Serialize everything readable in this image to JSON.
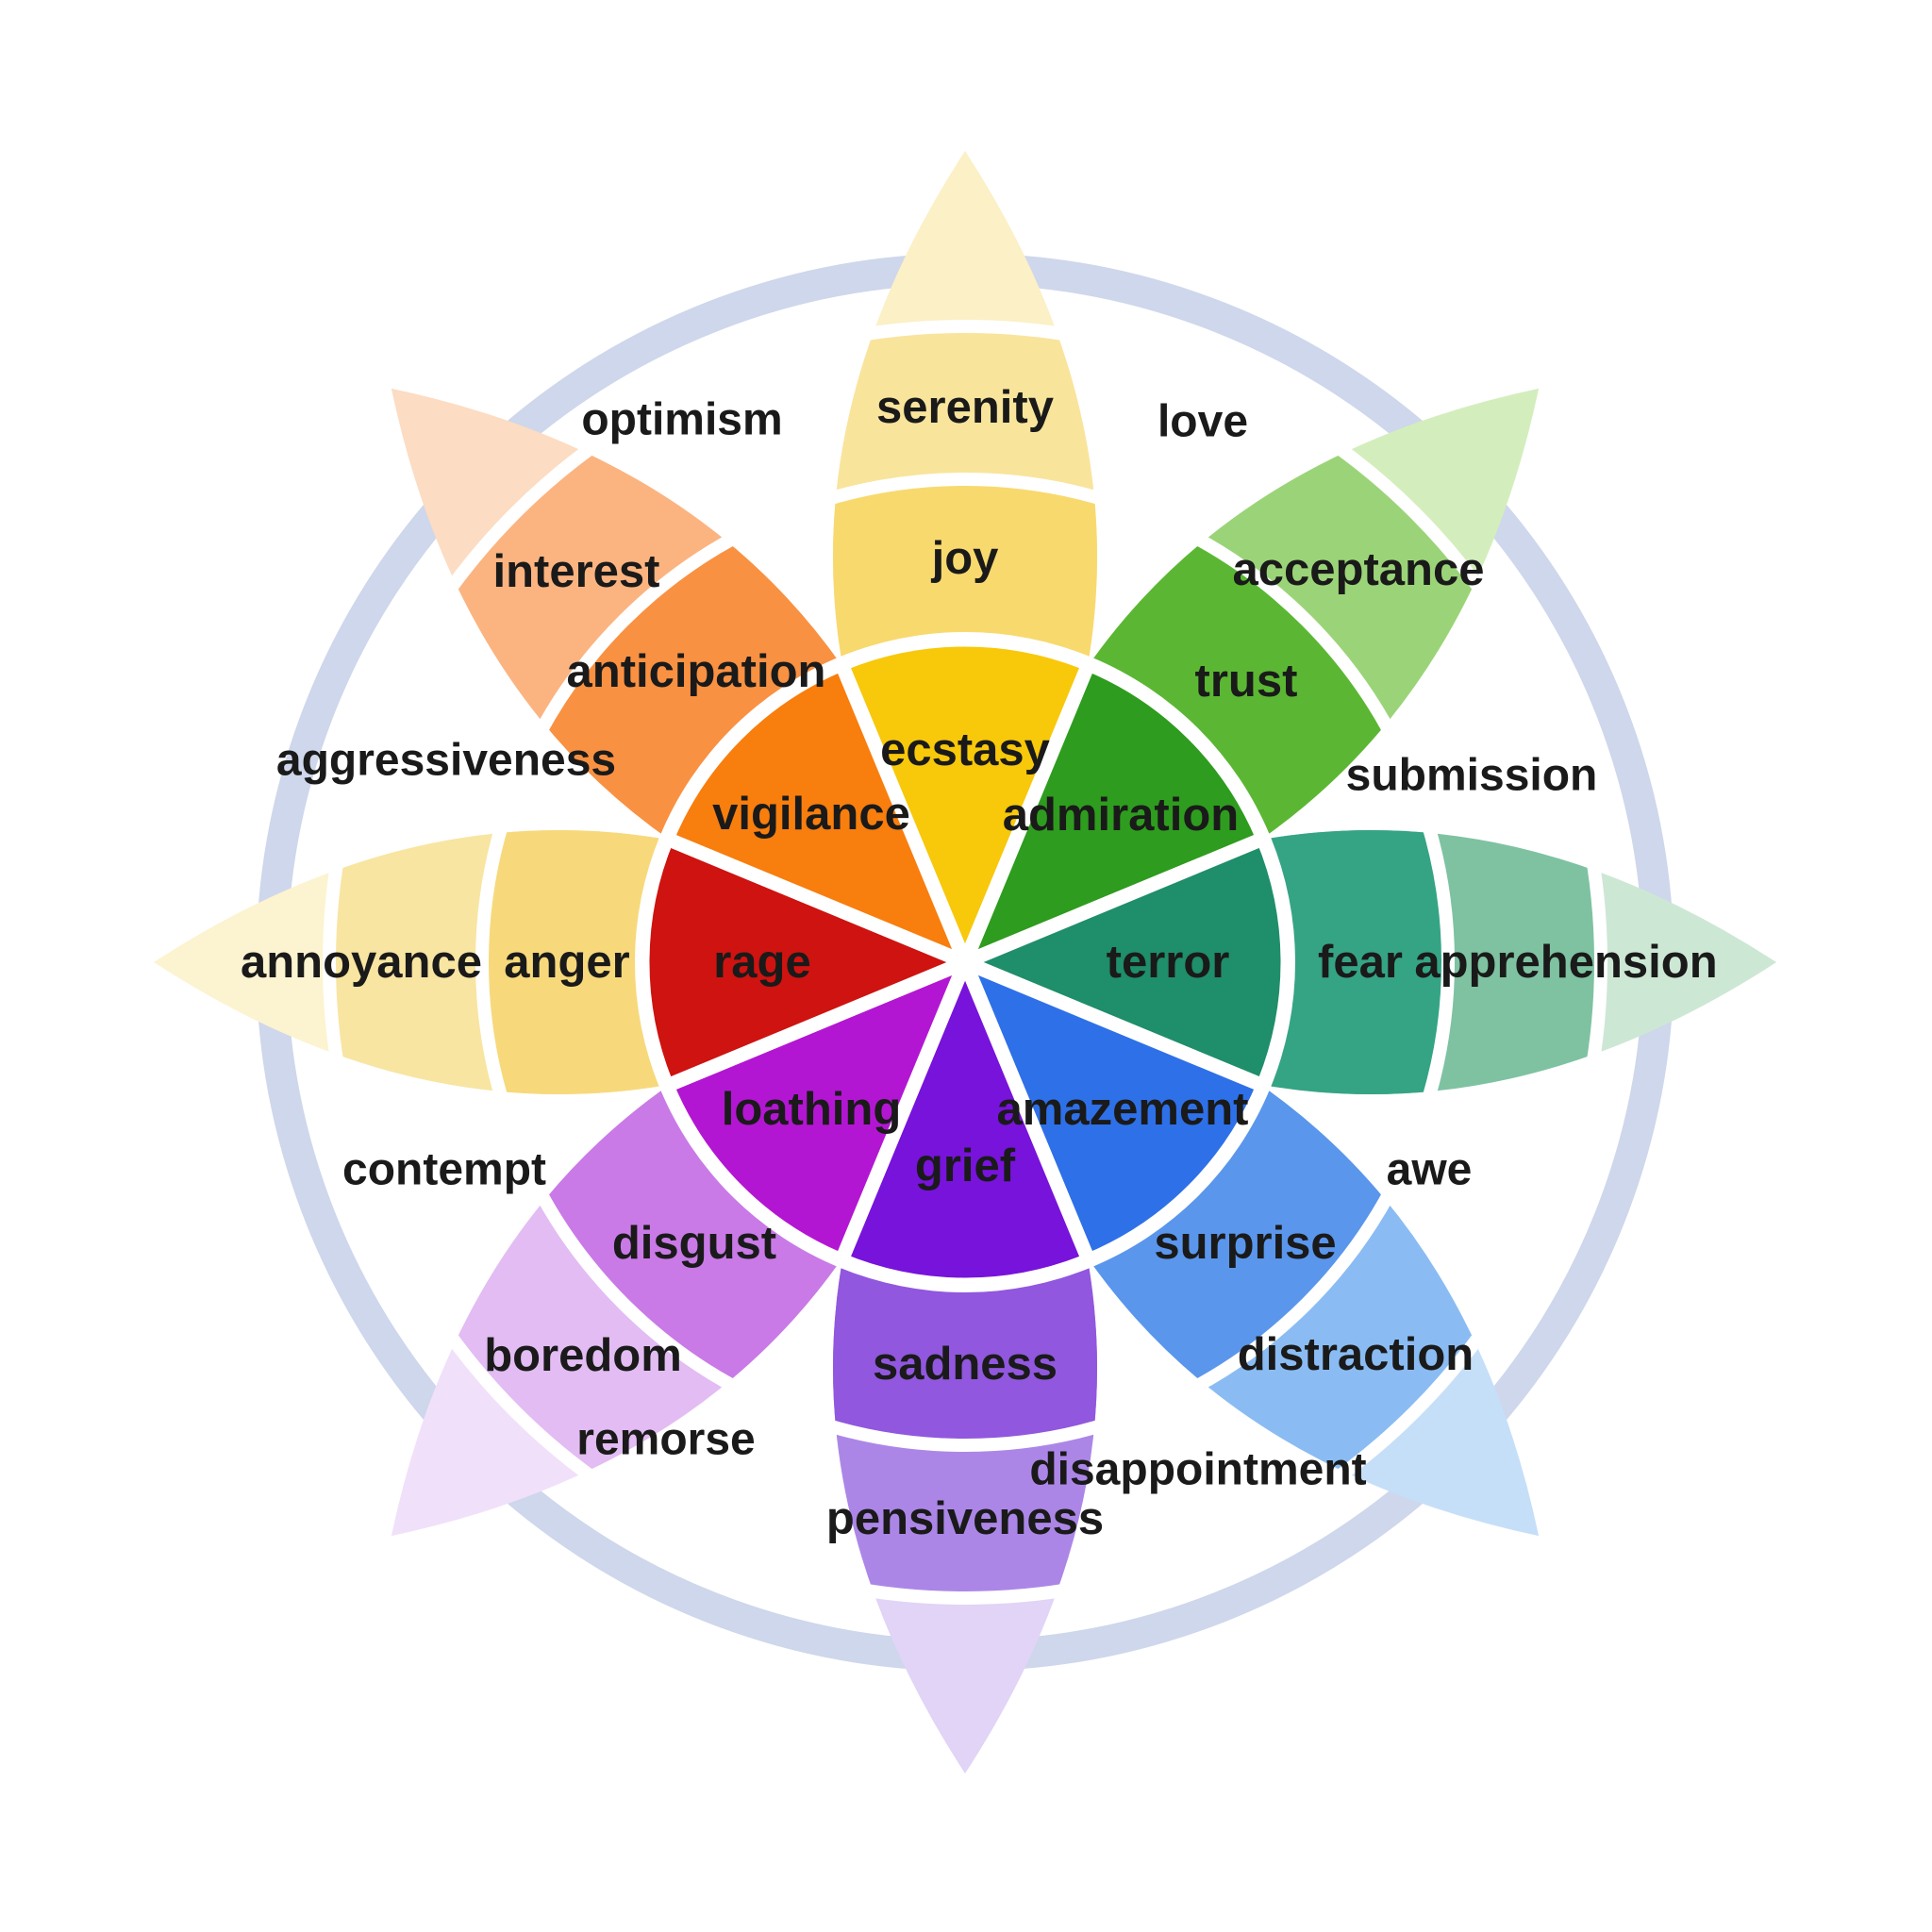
{
  "diagram": {
    "background": "#FFFFFF",
    "text_color": "#1A1A1A",
    "ring_color": "#CED7EB",
    "petals": [
      {
        "direction": "north",
        "intense": "ecstasy",
        "basic": "joy",
        "mild": "serenity",
        "colors": {
          "core": "#F8C80A",
          "basic": "#F8D96E",
          "mild": "#F9E49C",
          "tip": "#FBF0C6"
        }
      },
      {
        "direction": "north-east",
        "intense": "admiration",
        "basic": "trust",
        "mild": "acceptance",
        "colors": {
          "core": "#2E9C1E",
          "basic": "#5BB733",
          "mild": "#9BD478",
          "tip": "#D3EEBC"
        }
      },
      {
        "direction": "east",
        "intense": "terror",
        "basic": "fear",
        "mild": "apprehension",
        "colors": {
          "core": "#1F8E6A",
          "basic": "#35A484",
          "mild": "#7EC2A2",
          "tip": "#CDE7D5"
        }
      },
      {
        "direction": "south-east",
        "intense": "amazement",
        "basic": "surprise",
        "mild": "distraction",
        "colors": {
          "core": "#2E70E8",
          "basic": "#5A96EC",
          "mild": "#8ABCF3",
          "tip": "#C6DFF8"
        }
      },
      {
        "direction": "south",
        "intense": "grief",
        "basic": "sadness",
        "mild": "pensiveness",
        "colors": {
          "core": "#7713DB",
          "basic": "#9157DE",
          "mild": "#AC86E7",
          "tip": "#E1D4F6"
        }
      },
      {
        "direction": "south-west",
        "intense": "loathing",
        "basic": "disgust",
        "mild": "boredom",
        "colors": {
          "core": "#B316D2",
          "basic": "#C97AE7",
          "mild": "#E2BCF2",
          "tip": "#F1E0FA"
        }
      },
      {
        "direction": "west",
        "intense": "rage",
        "basic": "anger",
        "mild": "annoyance",
        "colors": {
          "core": "#CE1310",
          "basic": "#F7D97C",
          "mild": "#F8E5A2",
          "tip": "#FCF3D0"
        }
      },
      {
        "direction": "north-west",
        "intense": "vigilance",
        "basic": "anticipation",
        "mild": "interest",
        "colors": {
          "core": "#F87E0E",
          "basic": "#F99142",
          "mild": "#FBB480",
          "tip": "#FCDCC2"
        }
      }
    ],
    "dyads": [
      {
        "label": "love"
      },
      {
        "label": "submission"
      },
      {
        "label": "awe"
      },
      {
        "label": "disappointment"
      },
      {
        "label": "remorse"
      },
      {
        "label": "contempt"
      },
      {
        "label": "aggressiveness"
      },
      {
        "label": "optimism"
      }
    ]
  }
}
